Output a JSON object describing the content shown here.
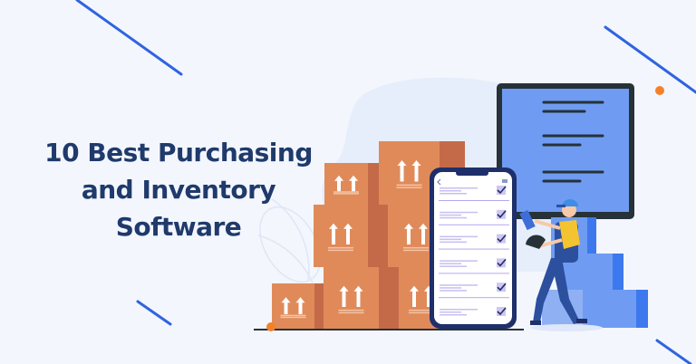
{
  "title": {
    "lines": [
      "10 Best Purchasing",
      "and Inventory",
      "Software"
    ]
  },
  "illustration": {
    "elements": [
      "cardboard-boxes",
      "smartphone-checklist",
      "monitor",
      "warehouse-worker",
      "blue-boxes"
    ],
    "checklist_items": 6
  },
  "colors": {
    "background": "#f3f6fd",
    "title": "#1f3a6b",
    "accent_line": "#2f64e0",
    "accent_dot": "#f4812a",
    "box": "#e08a5a",
    "box_side": "#c56a48",
    "phone_border": "#1e2f6a",
    "monitor_screen": "#6f9cf2",
    "check_box": "#cfc6f2"
  }
}
